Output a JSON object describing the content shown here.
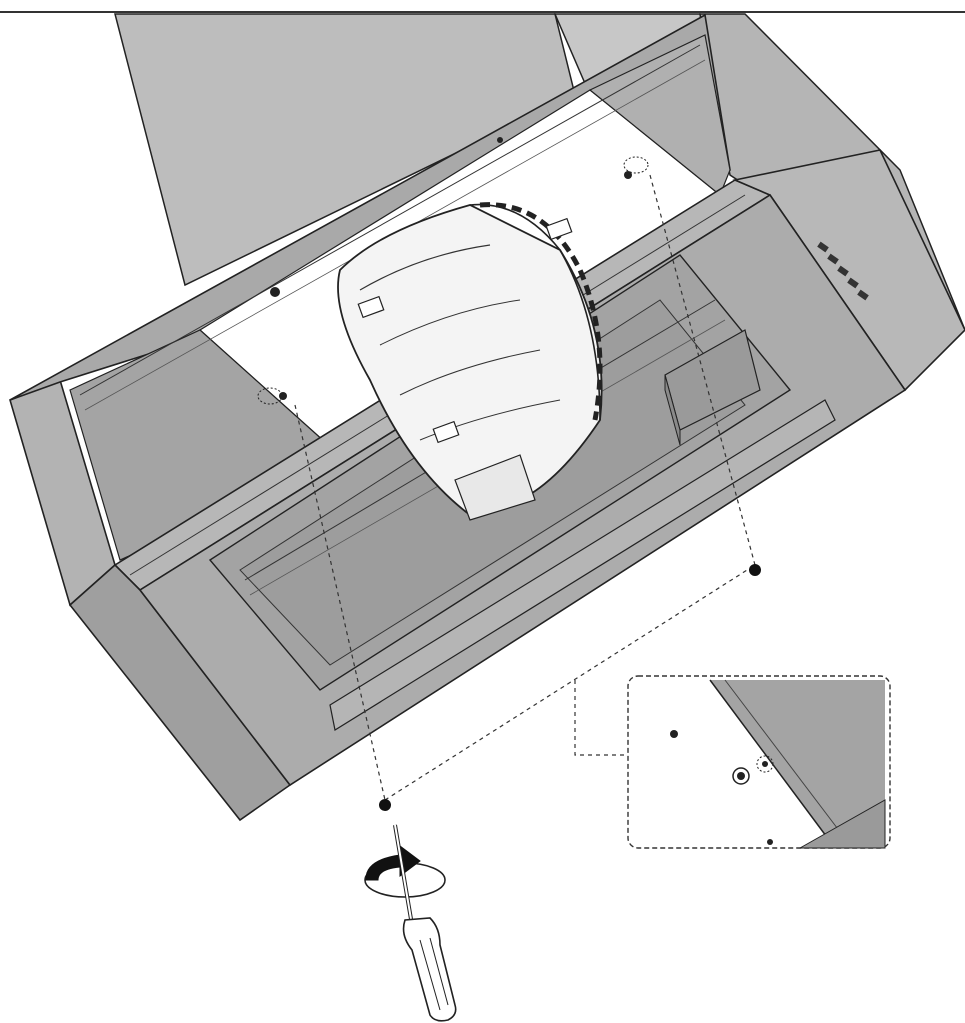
{
  "diagram": {
    "type": "assembly-instruction",
    "text_labels": [],
    "colors": {
      "hood_steel": "#a8a8a8",
      "hood_steel_dark": "#8f8f8f",
      "hood_steel_light": "#c4c4c4",
      "interior_white": "#ffffff",
      "outline": "#222222",
      "motor_white": "#f4f4f4",
      "detail_bg": "#b0b0b0"
    },
    "icons": [
      "cooker-hood",
      "motor-housing",
      "control-buttons",
      "screw",
      "screwdriver",
      "rotation-arrow",
      "detail-callout"
    ],
    "control_buttons_count": 5,
    "screws_shown": 2
  }
}
